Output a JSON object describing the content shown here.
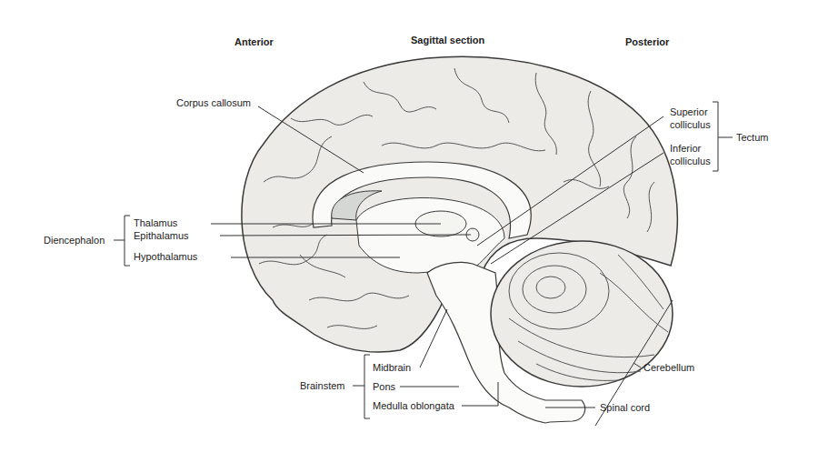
{
  "diagram": {
    "title": "Sagittal section",
    "labels": [
      "Anterior",
      "Posterior",
      "Corpus callosum",
      "Superior colliculus",
      "Inferior colliculus",
      "Tectum",
      "Diencephalon",
      "Thalamus",
      "Epithalamus",
      "Hypothalamus",
      "Brainstem",
      "Midbrain",
      "Pons",
      "Medulla oblongata",
      "Cerebellum",
      "Spinal cord"
    ]
  }
}
